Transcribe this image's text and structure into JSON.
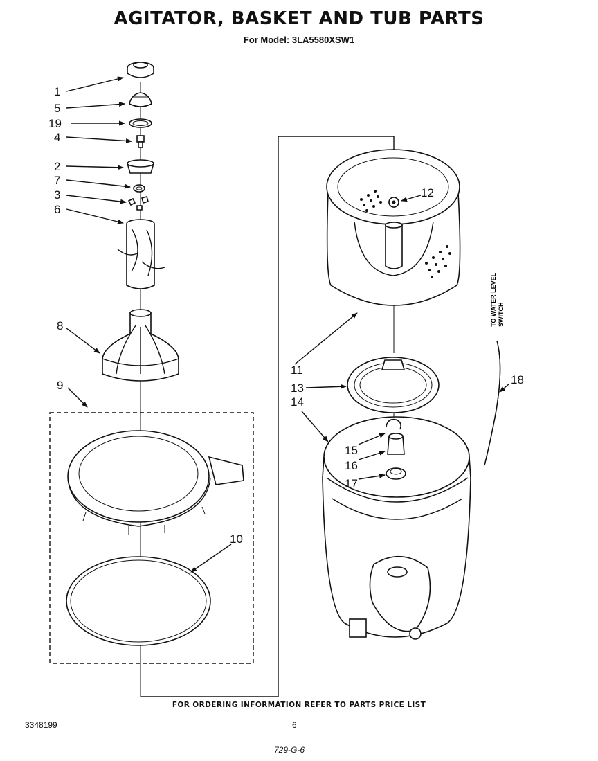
{
  "header": {
    "title": "AGITATOR, BASKET AND TUB PARTS",
    "subtitle": "For Model: 3LA5580XSW1"
  },
  "callouts": [
    "1",
    "5",
    "19",
    "4",
    "2",
    "7",
    "3",
    "6",
    "8",
    "9",
    "10",
    "11",
    "12",
    "13",
    "14",
    "15",
    "16",
    "17",
    "18"
  ],
  "side_label": {
    "line1": "TO WATER LEVEL",
    "line2": "SWITCH"
  },
  "footer": {
    "ordering_note": "FOR ORDERING INFORMATION REFER TO PARTS PRICE LIST",
    "doc_number": "3348199",
    "page_number": "6",
    "drawing_code": "729-G-6"
  }
}
